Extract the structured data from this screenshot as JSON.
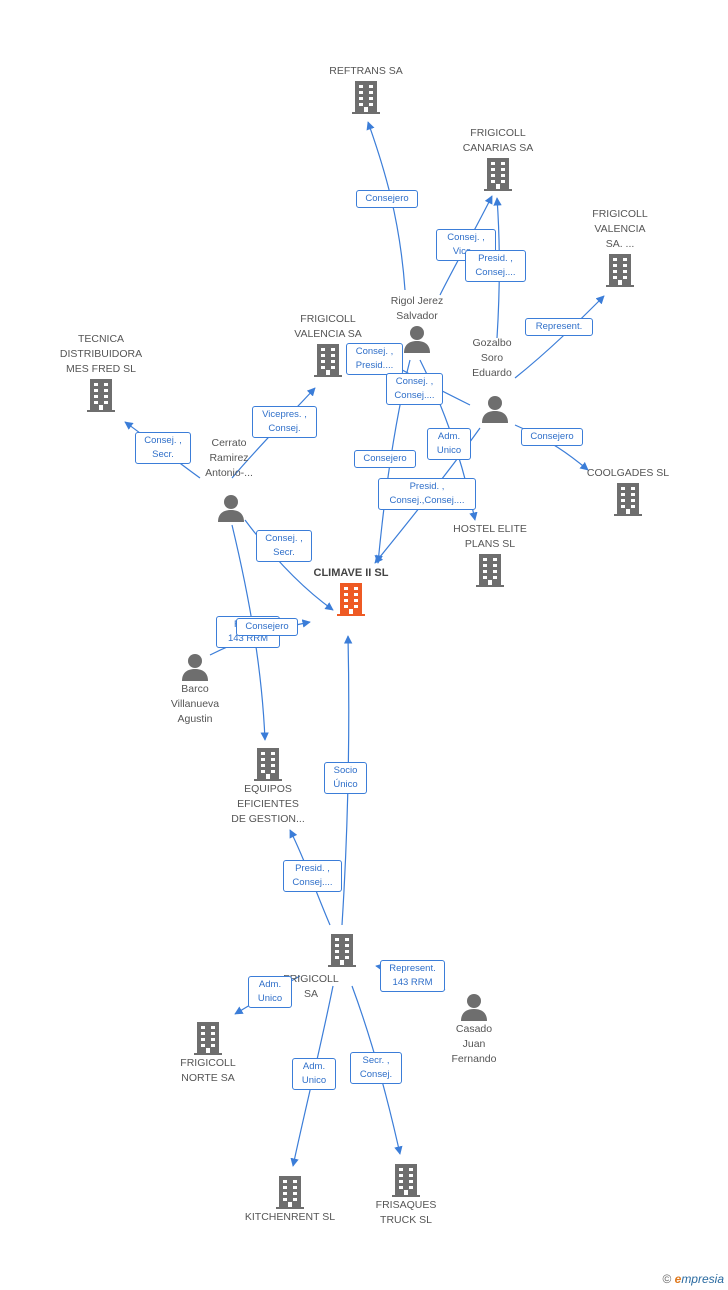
{
  "colors": {
    "edge": "#3b7dd8",
    "company_icon": "#6e6e6e",
    "focus_icon": "#ee5a24",
    "person_icon": "#6e6e6e"
  },
  "nodes": [
    {
      "id": "reftrans",
      "kind": "company",
      "label": "REFTRANS SA"
    },
    {
      "id": "canarias",
      "kind": "company",
      "label": "FRIGICOLL\nCANARIAS SA"
    },
    {
      "id": "valencia_sa_dots",
      "kind": "company",
      "label": "FRIGICOLL\nVALENCIA\nSA. ..."
    },
    {
      "id": "tecnica",
      "kind": "company",
      "label": "TECNICA\nDISTRIBUIDORA\nMES FRED SL"
    },
    {
      "id": "valencia_sa",
      "kind": "company",
      "label": "FRIGICOLL\nVALENCIA SA"
    },
    {
      "id": "coolgades",
      "kind": "company",
      "label": "COOLGADES SL"
    },
    {
      "id": "hostel",
      "kind": "company",
      "label": "HOSTEL ELITE\nPLANS SL"
    },
    {
      "id": "climave",
      "kind": "focus",
      "label": "CLIMAVE II SL"
    },
    {
      "id": "equipos",
      "kind": "company",
      "label": "EQUIPOS\nEFICIENTES\nDE GESTION..."
    },
    {
      "id": "frigicoll",
      "kind": "company",
      "label": "FRIGICOLL SA"
    },
    {
      "id": "norte",
      "kind": "company",
      "label": "FRIGICOLL\nNORTE SA"
    },
    {
      "id": "kitchenrent",
      "kind": "company",
      "label": "KITCHENRENT SL"
    },
    {
      "id": "frisaques",
      "kind": "company",
      "label": "FRISAQUES\nTRUCK SL"
    },
    {
      "id": "rigol",
      "kind": "person",
      "label": "Rigol Jerez\nSalvador"
    },
    {
      "id": "gozalbo",
      "kind": "person",
      "label": "Gozalbo\nSoro\nEduardo"
    },
    {
      "id": "cerrato",
      "kind": "person",
      "label": "Cerrato\nRamirez\nAntonio-..."
    },
    {
      "id": "barco",
      "kind": "person",
      "label": "Barco\nVillanueva\nAgustin"
    },
    {
      "id": "casado",
      "kind": "person",
      "label": "Casado\nJuan\nFernando"
    }
  ],
  "relations": [
    {
      "id": "r1",
      "text": "Consejero"
    },
    {
      "id": "r2",
      "text": "Consej. ,\nVice..."
    },
    {
      "id": "r3",
      "text": "Presid. ,\nConsej...."
    },
    {
      "id": "r4",
      "text": "Represent."
    },
    {
      "id": "r5",
      "text": "Consej. ,\nPresid...."
    },
    {
      "id": "r6",
      "text": "Consej. ,\nConsej...."
    },
    {
      "id": "r7",
      "text": "Adm.\nUnico"
    },
    {
      "id": "r8",
      "text": "Consejero"
    },
    {
      "id": "r9",
      "text": "Consejero"
    },
    {
      "id": "r10",
      "text": "Presid. ,\nConsej.,Consej...."
    },
    {
      "id": "r11",
      "text": "Consej. ,\nSecr."
    },
    {
      "id": "r12",
      "text": "Vicepres. ,\nConsej."
    },
    {
      "id": "r13",
      "text": "Consej. ,\nSecr."
    },
    {
      "id": "r14",
      "text": "Repr...\n143 RRM"
    },
    {
      "id": "r15",
      "text": "Consejero"
    },
    {
      "id": "r16",
      "text": "Socio\nÚnico"
    },
    {
      "id": "r17",
      "text": "Presid. ,\nConsej...."
    },
    {
      "id": "r18",
      "text": "Represent.\n143 RRM"
    },
    {
      "id": "r19",
      "text": "Adm.\nUnico"
    },
    {
      "id": "r20",
      "text": "Adm.\nUnico"
    },
    {
      "id": "r21",
      "text": "Secr. ,\nConsej."
    }
  ],
  "footer": {
    "copyright": "©",
    "brand_e": "e",
    "brand_rest": "mpresia"
  }
}
